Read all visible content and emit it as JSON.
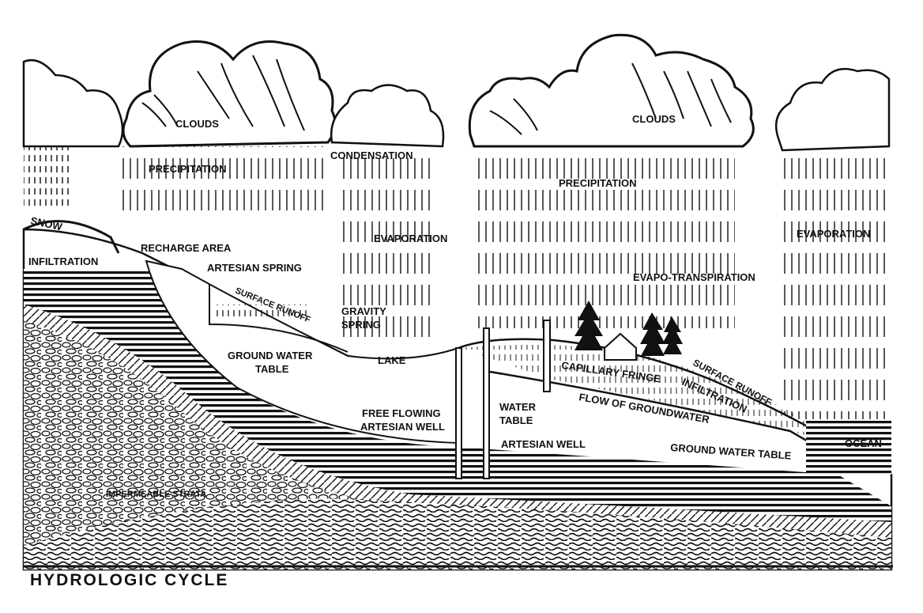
{
  "diagram": {
    "title": "HYDROLOGIC CYCLE",
    "labels": {
      "clouds_left": "CLOUDS",
      "clouds_right": "CLOUDS",
      "precipitation_left": "PRECIPITATION",
      "precipitation_right": "PRECIPITATION",
      "condensation": "CONDENSATION",
      "evaporation_center": "EVAPORATION",
      "evaporation_right": "EVAPORATION",
      "snow": "SNOW",
      "infiltration_left": "INFILTRATION",
      "recharge_area": "RECHARGE AREA",
      "artesian_spring": "ARTESIAN SPRING",
      "surface_runoff_left": "SURFACE RUNOFF",
      "gravity_spring_1": "GRAVITY",
      "gravity_spring_2": "SPRING",
      "evapo_transpiration": "EVAPO-TRANSPIRATION",
      "ground_water_table_1": "GROUND WATER",
      "ground_water_table_2": "TABLE",
      "lake": "LAKE",
      "capillary_fringe": "CAPILLARY FRINGE",
      "surface_runoff_right": "SURFACE RUNOFF",
      "infiltration_right": "INFILTRATION",
      "water_table_1": "WATER",
      "water_table_2": "TABLE",
      "flow_of_groundwater": "FLOW OF GROUNDWATER",
      "free_flowing_1": "FREE FLOWING",
      "free_flowing_2": "ARTESIAN WELL",
      "artesian_well": "ARTESIAN WELL",
      "ground_water_table_right": "GROUND WATER TABLE",
      "ocean": "OCEAN",
      "impermeable_strata": "IMPERMEABLE STRATA"
    }
  }
}
